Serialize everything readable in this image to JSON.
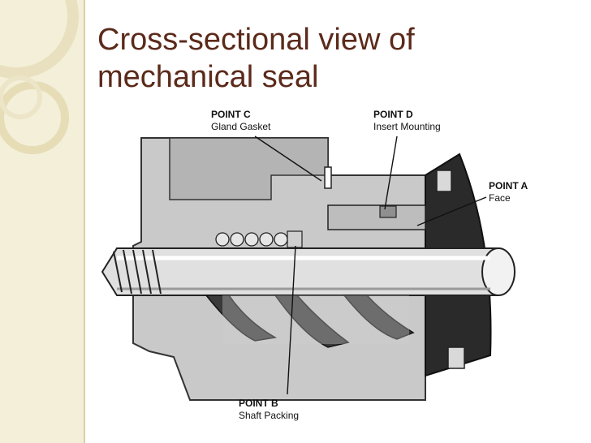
{
  "slide": {
    "title_line1": "Cross-sectional view of",
    "title_line2": "mechanical seal",
    "accent": "#5b2a1a",
    "sidebar_color": "#f4efd9"
  },
  "diagram": {
    "labels": {
      "point_c": {
        "title": "POINT C",
        "subtitle": "Gland Gasket"
      },
      "point_d": {
        "title": "POINT D",
        "subtitle": "Insert Mounting"
      },
      "point_a": {
        "title": "POINT A",
        "subtitle": "Face"
      },
      "point_b": {
        "title": "POINT B",
        "subtitle": "Shaft Packing"
      }
    }
  }
}
